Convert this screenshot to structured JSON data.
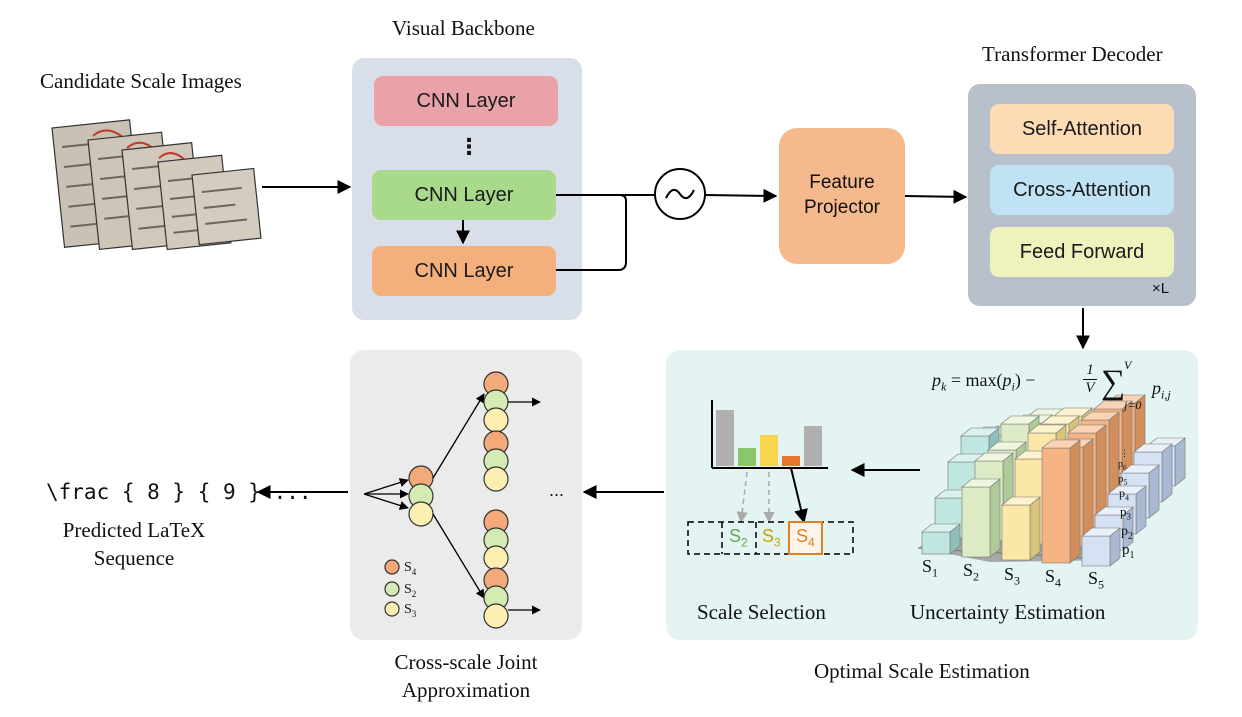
{
  "candidate": {
    "title": "Candidate Scale Images"
  },
  "backbone": {
    "title": "Visual Backbone",
    "layer1": "CNN Layer",
    "dots": "⋮",
    "layer2": "CNN Layer",
    "layer3": "CNN Layer"
  },
  "projector": {
    "line1": "Feature",
    "line2": "Projector"
  },
  "decoder": {
    "title": "Transformer Decoder",
    "self_attention": "Self-Attention",
    "cross_attention": "Cross-Attention",
    "feed_forward": "Feed Forward",
    "repeat": "×L"
  },
  "estimation": {
    "title": "Optimal Scale Estimation",
    "scale_selection": "Scale Selection",
    "uncertainty": "Uncertainty Estimation",
    "scales": [
      "S",
      "S",
      "S",
      "S",
      "S"
    ],
    "scale_subs": [
      "1",
      "2",
      "3",
      "4",
      "5"
    ],
    "p_labels": [
      "p",
      "p",
      "p",
      "p",
      "p",
      "p"
    ],
    "p_subs": [
      "6",
      "5",
      "4",
      "3",
      "2",
      "1"
    ],
    "vdots": "⋮",
    "selected": [
      {
        "s": "S",
        "sub": "2",
        "color": "#6aa84f"
      },
      {
        "s": "S",
        "sub": "3",
        "color": "#c9a000"
      },
      {
        "s": "S",
        "sub": "4",
        "color": "#e67e22"
      }
    ],
    "formula": {
      "p": "p",
      "k": "k",
      "eq": "= max(",
      "pi": "p",
      "i": "i",
      "close": ") −",
      "one": "1",
      "V": "V",
      "sigma": "∑",
      "upper": "V",
      "lower": "j=0",
      "pij": "p",
      "ij": "i,j"
    }
  },
  "joint": {
    "title_line1": "Cross-scale Joint",
    "title_line2": "Approximation",
    "legend": [
      {
        "s": "S",
        "sub": "4",
        "color": "#f4a97a"
      },
      {
        "s": "S",
        "sub": "2",
        "color": "#d4ecb4"
      },
      {
        "s": "S",
        "sub": "3",
        "color": "#fdefb2"
      }
    ],
    "ellipsis": "..."
  },
  "output": {
    "latex": "\\frac { 8 } { 9 } ...",
    "label_line1": "Predicted LaTeX",
    "label_line2": "Sequence"
  },
  "colors": {
    "cnn1": "#e8a2a8",
    "cnn2": "#a9d98a",
    "cnn3": "#f4b07c",
    "projector": "#f6b98d",
    "self_attn": "#fddcb5",
    "cross_attn": "#bfe3f5",
    "ffn": "#eef3bd",
    "backbone_bg": "#d9dfe9",
    "decoder_bg": "#b8c0cc",
    "estimation_bg": "#e3f4f2",
    "joint_bg": "#ebebeb"
  }
}
